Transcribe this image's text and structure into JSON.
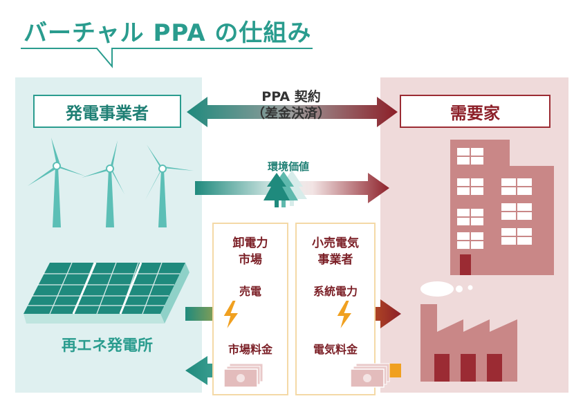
{
  "title": "バーチャル PPA の仕組み",
  "generator": {
    "label": "発電事業者",
    "renewable_label": "再エネ発電所"
  },
  "consumer": {
    "label": "需要家"
  },
  "contract": {
    "line1": "PPA 契約",
    "line2": "（差金決済）"
  },
  "environmental_value": "環境価値",
  "wholesale_market": {
    "title_line1": "卸電力",
    "title_line2": "市場",
    "sell_power": "売電",
    "market_fee": "市場料金"
  },
  "retailer": {
    "title_line1": "小売電気",
    "title_line2": "事業者",
    "grid_power": "系統電力",
    "electricity_fee": "電気料金"
  },
  "colors": {
    "teal": "#2a9c8e",
    "dark_red": "#8c1f28",
    "orange": "#f0a020",
    "gen_bg": "#dff0f0",
    "cons_bg": "#efdada",
    "building": "#c98787"
  }
}
